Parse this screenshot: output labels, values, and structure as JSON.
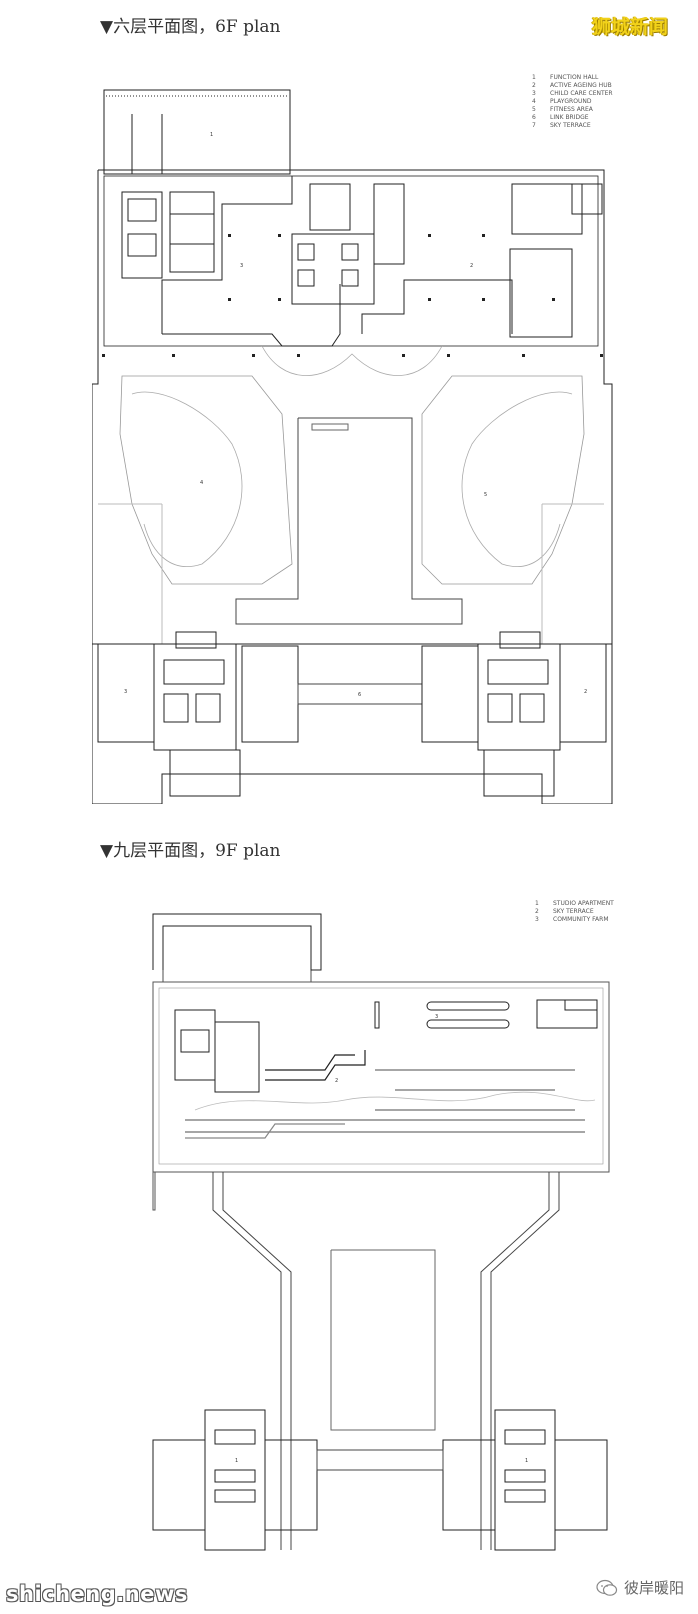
{
  "captions": {
    "plan6": "▼六层平面图，6F plan",
    "plan9": "▼九层平面图，9F plan"
  },
  "watermarks": {
    "top_right": "狮城新闻",
    "bottom_left": "shicheng.news",
    "bottom_right": "彼岸暖阳"
  },
  "plan6_legend": [
    {
      "num": "1",
      "label": "FUNCTION HALL"
    },
    {
      "num": "2",
      "label": "ACTIVE AGEING HUB"
    },
    {
      "num": "3",
      "label": "CHILD CARE CENTER"
    },
    {
      "num": "4",
      "label": "PLAYGROUND"
    },
    {
      "num": "5",
      "label": "FITNESS AREA"
    },
    {
      "num": "6",
      "label": "LINK BRIDGE"
    },
    {
      "num": "7",
      "label": "SKY TERRACE"
    }
  ],
  "plan9_legend": [
    {
      "num": "1",
      "label": "STUDIO APARTMENT"
    },
    {
      "num": "2",
      "label": "SKY TERRACE"
    },
    {
      "num": "3",
      "label": "COMMUNITY FARM"
    }
  ],
  "plan6_labels": [
    "1",
    "3",
    "2",
    "4",
    "5",
    "3",
    "6",
    "2"
  ],
  "plan9_labels": [
    "3",
    "2",
    "1",
    "1"
  ],
  "colors": {
    "text": "#333333",
    "line": "#222222",
    "watermark_yellow": "#f2d21a"
  }
}
